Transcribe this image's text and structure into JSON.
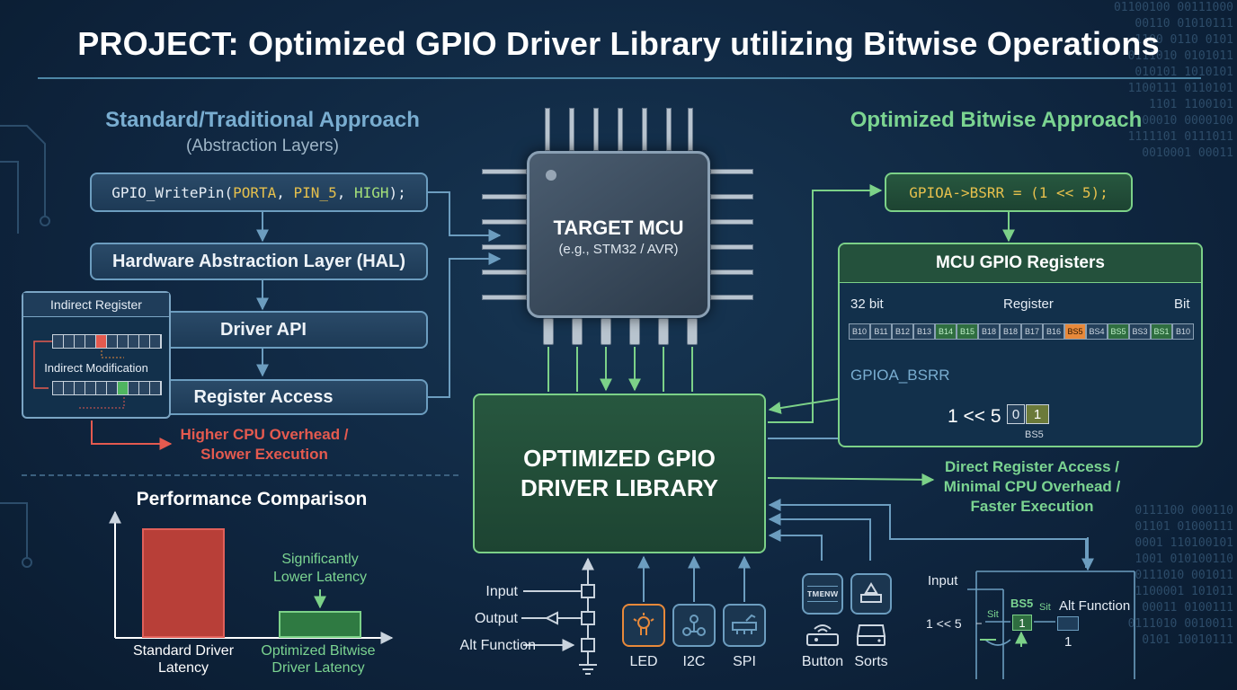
{
  "title": "PROJECT: Optimized GPIO Driver Library utilizing Bitwise Operations",
  "left": {
    "heading": "Standard/Traditional Approach",
    "subheading": "(Abstraction Layers)",
    "code_call": {
      "fn": "GPIO_WritePin(",
      "arg1": "PORTA",
      "sep1": ", ",
      "arg2": "PIN_5",
      "sep2": ", ",
      "arg3": "HIGH",
      "end": ");"
    },
    "hal": "Hardware Abstraction Layer (HAL)",
    "driver_api": "Driver API",
    "register_access": "Register Access",
    "inset_title": "Indirect Register",
    "inset_mod": "Indirect Modification",
    "overhead_line1": "Higher CPU Overhead /",
    "overhead_line2": "Slower Execution"
  },
  "mcu": {
    "title": "TARGET MCU",
    "subtitle": "(e.g., STM32 / AVR)"
  },
  "library": {
    "line1": "OPTIMIZED GPIO",
    "line2": "DRIVER LIBRARY"
  },
  "right": {
    "heading": "Optimized Bitwise Approach",
    "code_stmt": "GPIOA->BSRR = (1 << 5);",
    "registers_title": "MCU GPIO Registers",
    "reg_left": "32 bit",
    "reg_mid": "Register",
    "reg_right": "Bit",
    "reg_cells": [
      "B10",
      "B11",
      "B12",
      "B13",
      "B14",
      "B15",
      "B18",
      "B18",
      "B17",
      "B16",
      "BS5",
      "BS4",
      "BS5",
      "BS3",
      "BS1",
      "B10"
    ],
    "reg_name": "GPIOA_BSRR",
    "shift_label": "1 << 5",
    "shift_bit0": "0",
    "shift_bit1": "1",
    "shift_bit_label": "BS5",
    "benefit_line1": "Direct Register Access /",
    "benefit_line2": "Minimal CPU Overhead /",
    "benefit_line3": "Faster Execution"
  },
  "performance": {
    "title": "Performance Comparison",
    "annotation_line1": "Significantly",
    "annotation_line2": "Lower Latency",
    "bar1_line1": "Standard Driver",
    "bar1_line2": "Latency",
    "bar2_line1": "Optimized Bitwise",
    "bar2_line2": "Driver Latency"
  },
  "io": {
    "input": "Input",
    "output": "Output",
    "alt": "Alt Function",
    "led": "LED",
    "i2c": "I2C",
    "spi": "SPI",
    "button": "Button",
    "sorts": "Sorts",
    "button_tile_text": "ᴛᴍᴇɴᴡ"
  },
  "alt_diagram": {
    "input": "Input",
    "shift": "1 << 5",
    "sit1": "Sit",
    "bs5": "BS5",
    "sit2": "Sit",
    "alt_function": "Alt Function",
    "bit_val": "1",
    "out_val": "1"
  },
  "colors": {
    "accent_blue": "#6c9dbf",
    "accent_green": "#7cd188",
    "accent_red": "#e45a4f",
    "accent_orange": "#e8893a"
  }
}
